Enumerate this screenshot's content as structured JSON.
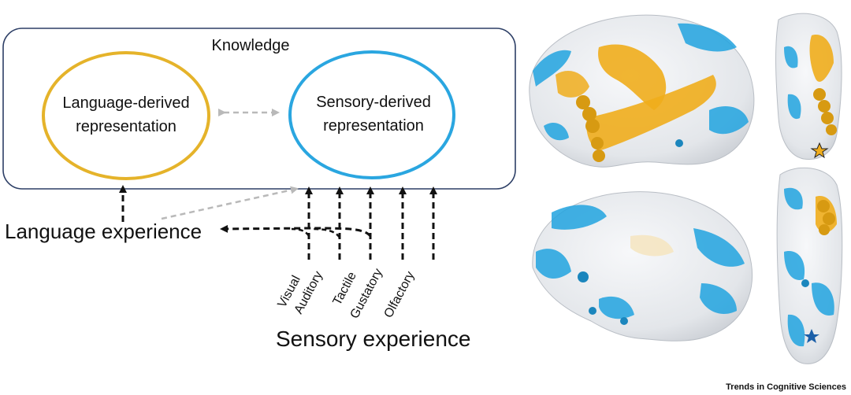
{
  "knowledge_box": {
    "title": "Knowledge"
  },
  "language_node": {
    "line1": "Language-derived",
    "line2": "representation"
  },
  "sensory_node": {
    "line1": "Sensory-derived",
    "line2": "representation"
  },
  "language_experience": "Language experience",
  "sensory_experience": "Sensory experience",
  "modalities": [
    "Visual",
    "Auditory",
    "Tactile",
    "Gustatory",
    "Olfactory"
  ],
  "credit": "Trends in Cognitive Sciences",
  "colors": {
    "language": "#e5b32a",
    "sensory": "#2aa6e0",
    "box": "#2d3f66",
    "arrow_dark": "#111111",
    "arrow_light": "#b9b9b9",
    "brain_base": "#eceff2",
    "brain_orange": "#f0ad1c",
    "brain_blue": "#21a3df"
  }
}
